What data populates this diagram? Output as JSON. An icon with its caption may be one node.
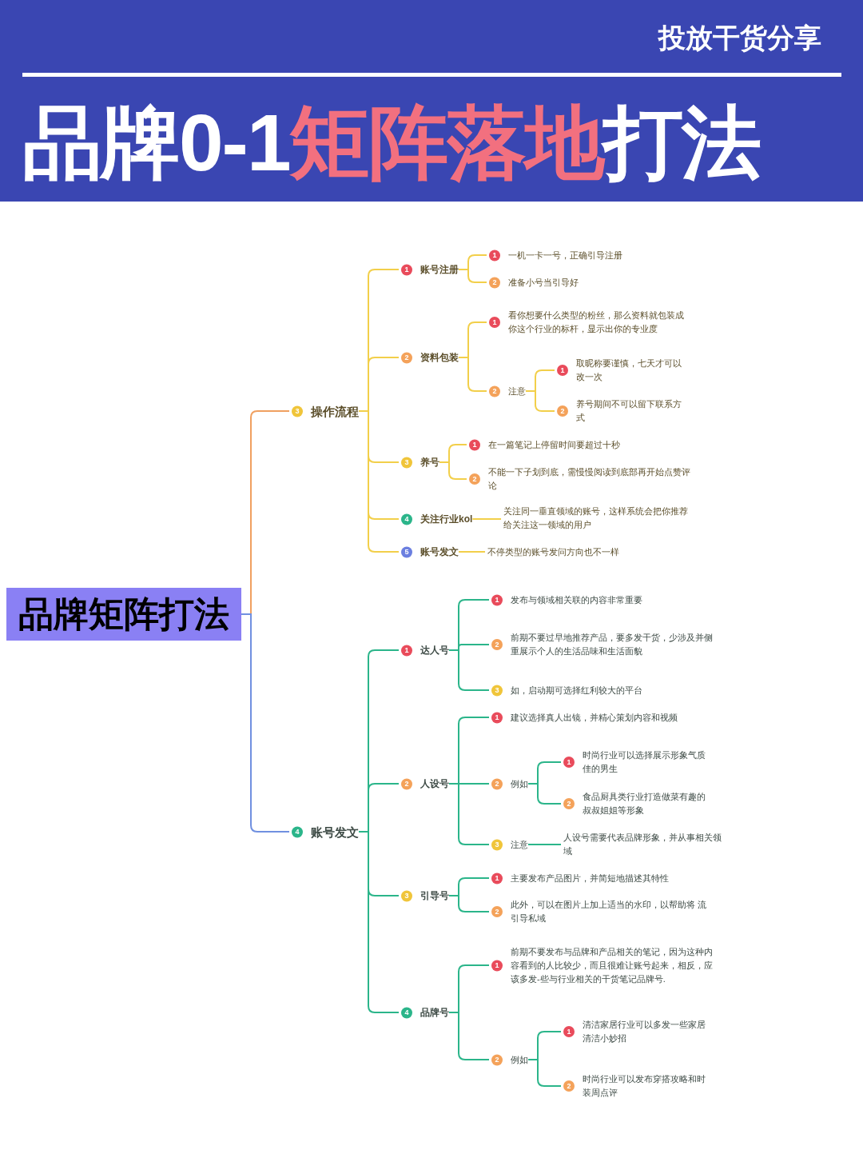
{
  "diagram": {
    "title": "品牌0-1**矩阵落地**打法",
    "nodes": [
      {
        "text": [
          "品牌矩阵打法"
        ]
      },
      {
        "text": [
          "3",
          "操作流程"
        ]
      },
      {
        "text": [
          "1",
          "账号注册"
        ]
      },
      {
        "text": [
          "1",
          "一机一卡一号，正确引导注册"
        ]
      },
      {
        "text": [
          "2",
          "准备小号当引导好"
        ]
      },
      {
        "text": [
          "2",
          "资料包装"
        ]
      },
      {
        "text": [
          "1",
          "看你想要什么类型的粉丝，那么资料就包装成你这个行业的标杆，显示出你的专业度"
        ]
      },
      {
        "text": [
          "2",
          "注意"
        ]
      },
      {
        "text": [
          "1",
          "取昵称要谨慎，七天才可以改一次"
        ]
      },
      {
        "text": [
          "2",
          "养号期间不可以留下联系方式"
        ]
      },
      {
        "text": [
          "3",
          "养号"
        ]
      },
      {
        "text": [
          "1",
          "在一篇笔记上停留时间要超过十秒"
        ]
      },
      {
        "text": [
          "2",
          "不能一下子划到底，需慢慢阅读到底部再开始点赞评论"
        ]
      },
      {
        "text": [
          "4",
          "关注行业kol"
        ]
      },
      {
        "text": [
          "关注同一垂直领域的账号，这样系统会把你推荐给关注这一领域的用户"
        ]
      },
      {
        "text": [
          "5",
          "账号发文"
        ]
      },
      {
        "text": [
          "不停类型的账号发问方向也不一样"
        ]
      },
      {
        "text": [
          "4",
          "账号发文"
        ]
      },
      {
        "text": [
          "1",
          "达人号"
        ]
      },
      {
        "text": [
          "1",
          "发布与领域相关联的内容非常重要"
        ]
      },
      {
        "text": [
          "2",
          "前期不要过早地推荐产品，要多发干货，少涉及并侧重展示个人的生活品味和生活面貌"
        ]
      },
      {
        "text": [
          "3",
          "如，启动期可选择红利较大的平台"
        ]
      },
      {
        "text": [
          "2",
          "人设号"
        ]
      },
      {
        "text": [
          "1",
          "建议选择真人出镜，并精心策划内容和视频"
        ]
      },
      {
        "text": [
          "2",
          "例如"
        ]
      },
      {
        "text": [
          "1",
          "时尚行业可以选择展示形象气质佳的男生"
        ]
      },
      {
        "text": [
          "2",
          "食品厨具类行业打造做菜有趣的叔叔姐姐等形象"
        ]
      },
      {
        "text": [
          "3",
          "注意"
        ]
      },
      {
        "text": [
          "人设号需要代表品牌形象，并从事相关领域"
        ]
      },
      {
        "text": [
          "3",
          "引导号"
        ]
      },
      {
        "text": [
          "1",
          "主要发布产品图片，并简短地描述其特性"
        ]
      },
      {
        "text": [
          "2",
          "此外，可以在图片上加上适当的水印，以帮助将 流引导私域"
        ]
      },
      {
        "text": [
          "4",
          "品牌号"
        ]
      },
      {
        "text": [
          "1",
          "前期不要发布与品牌和产品相关的笔记，因为这种内容看到的人比较少，而且很难让账号起来，相反，应该多发-些与行业相关的干货笔记品牌号."
        ]
      },
      {
        "text": [
          "2",
          "例如"
        ]
      },
      {
        "text": [
          "1",
          "清洁家居行业可以多发一些家居清洁小妙招"
        ]
      },
      {
        "text": [
          "2",
          "时尚行业可以发布穿搭攻略和时装周点评"
        ]
      }
    ],
    "edges": [
      {
        "from": 0,
        "to": 1,
        "arrow": "none",
        "color": "#f0a060"
      },
      {
        "from": 1,
        "to": 2,
        "arrow": "none",
        "color": "#f2cf4a"
      },
      {
        "from": 2,
        "to": 3,
        "arrow": "none",
        "color": "#f2cf4a"
      },
      {
        "from": 2,
        "to": 4,
        "arrow": "none",
        "color": "#f2cf4a"
      },
      {
        "from": 1,
        "to": 5,
        "arrow": "none",
        "color": "#f2cf4a"
      },
      {
        "from": 5,
        "to": 6,
        "arrow": "none",
        "color": "#f2cf4a"
      },
      {
        "from": 5,
        "to": 7,
        "arrow": "none",
        "color": "#f2cf4a"
      },
      {
        "from": 7,
        "to": 8,
        "arrow": "none",
        "color": "#f2cf4a"
      },
      {
        "from": 7,
        "to": 9,
        "arrow": "none",
        "color": "#f2cf4a"
      },
      {
        "from": 1,
        "to": 10,
        "arrow": "none",
        "color": "#f2cf4a"
      },
      {
        "from": 10,
        "to": 11,
        "arrow": "none",
        "color": "#f2cf4a"
      },
      {
        "from": 10,
        "to": 12,
        "arrow": "none",
        "color": "#f2cf4a"
      },
      {
        "from": 1,
        "to": 13,
        "arrow": "none",
        "color": "#f2cf4a"
      },
      {
        "from": 13,
        "to": 14,
        "arrow": "none",
        "color": "#f2cf4a"
      },
      {
        "from": 1,
        "to": 15,
        "arrow": "none",
        "color": "#f2cf4a"
      },
      {
        "from": 15,
        "to": 16,
        "arrow": "none",
        "color": "#f2cf4a"
      },
      {
        "from": 0,
        "to": 17,
        "arrow": "none",
        "color": "#7090e0"
      },
      {
        "from": 17,
        "to": 18,
        "arrow": "none"
      },
      {
        "from": 18,
        "to": 19,
        "arrow": "none"
      },
      {
        "from": 18,
        "to": 20,
        "arrow": "none"
      },
      {
        "from": 18,
        "to": 21,
        "arrow": "none"
      },
      {
        "from": 17,
        "to": 22,
        "arrow": "none"
      },
      {
        "from": 22,
        "to": 23,
        "arrow": "none"
      },
      {
        "from": 22,
        "to": 24,
        "arrow": "none"
      },
      {
        "from": 24,
        "to": 25,
        "arrow": "none"
      },
      {
        "from": 24,
        "to": 26,
        "arrow": "none"
      },
      {
        "from": 22,
        "to": 27,
        "arrow": "none"
      },
      {
        "from": 27,
        "to": 28,
        "arrow": "none"
      },
      {
        "from": 17,
        "to": 29,
        "arrow": "none"
      },
      {
        "from": 29,
        "to": 30,
        "arrow": "none"
      },
      {
        "from": 29,
        "to": 31,
        "arrow": "none"
      },
      {
        "from": 17,
        "to": 32,
        "arrow": "none"
      },
      {
        "from": 32,
        "to": 33,
        "arrow": "none"
      },
      {
        "from": 32,
        "to": 34,
        "arrow": "none"
      },
      {
        "from": 34,
        "to": 35,
        "arrow": "none"
      },
      {
        "from": 34,
        "to": 36,
        "arrow": "none"
      }
    ],
    "labels": [
      "投放干货分享"
    ]
  }
}
